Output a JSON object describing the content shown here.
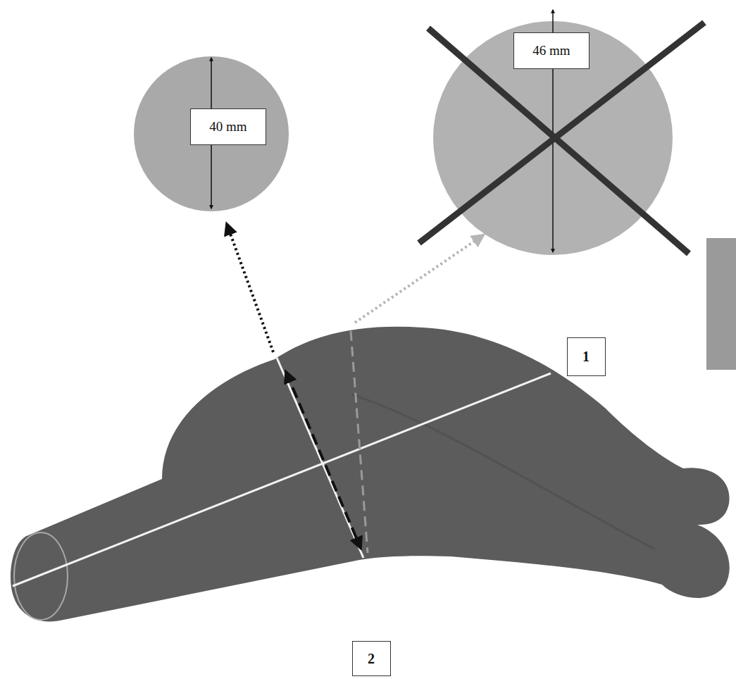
{
  "diagram": {
    "nodes": [
      {
        "text": [
          "40 mm"
        ]
      },
      {
        "text": [
          "46 mm"
        ]
      },
      {
        "text": [
          "1"
        ]
      },
      {
        "text": [
          "2"
        ]
      }
    ]
  }
}
